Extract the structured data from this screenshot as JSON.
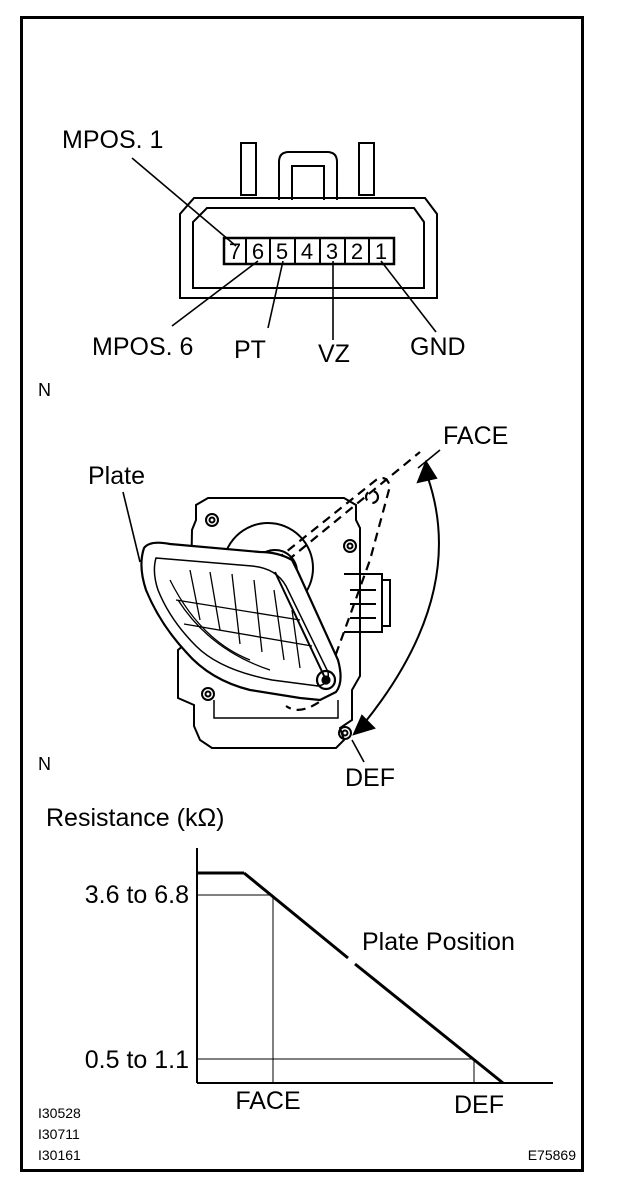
{
  "connector": {
    "pins": [
      "7",
      "6",
      "5",
      "4",
      "3",
      "2",
      "1"
    ],
    "labels": {
      "mpos1": "MPOS. 1",
      "mpos6": "MPOS. 6",
      "pt": "PT",
      "vz": "VZ",
      "gnd": "GND"
    }
  },
  "notes": {
    "n_top": "N",
    "n_bottom": "N"
  },
  "actuator": {
    "plate_label": "Plate",
    "face_label": "FACE",
    "def_label": "DEF"
  },
  "graph": {
    "ylabel": "Resistance (kΩ)",
    "curve_label": "Plate Position",
    "y_high": "3.6 to 6.8",
    "y_low": "0.5 to 1.1",
    "x_face": "FACE",
    "x_def": "DEF"
  },
  "codes": {
    "ref1": "I30528",
    "ref2": "I30711",
    "ref3": "I30161",
    "figure": "E75869"
  }
}
